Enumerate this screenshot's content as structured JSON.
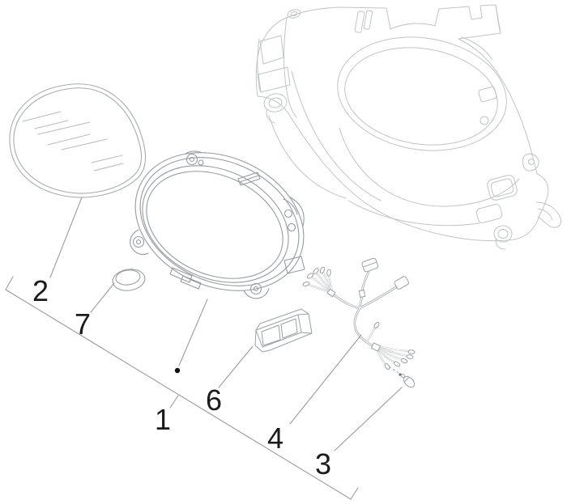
{
  "diagram": {
    "kind": "exploded-parts-diagram",
    "callouts": [
      {
        "label": "1",
        "part": "instrument-cluster-assembly"
      },
      {
        "label": "2",
        "part": "instrument-lens"
      },
      {
        "label": "3",
        "part": "bulb"
      },
      {
        "label": "4",
        "part": "wiring-harness"
      },
      {
        "label": "6",
        "part": "display-window"
      },
      {
        "label": "7",
        "part": "rubber-cap"
      }
    ],
    "colors": {
      "background": "#ffffff",
      "part_line": "#9aa0a3",
      "cover_line": "#c0c4c6",
      "leader_line": "#9b9b9b",
      "label_text": "#1b1b1b"
    }
  }
}
